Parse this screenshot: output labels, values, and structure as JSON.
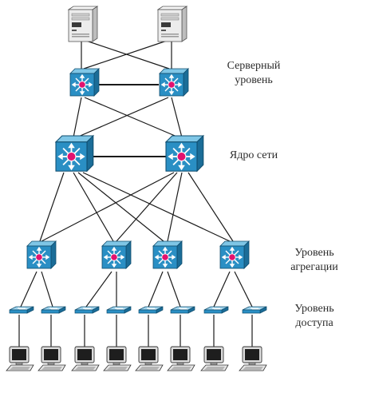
{
  "labels": {
    "server_level": [
      "Серверный",
      "уровень"
    ],
    "core": [
      "Ядро сети"
    ],
    "aggregation": [
      "Уровень",
      "агрегации"
    ],
    "access": [
      "Уровень",
      "доступа"
    ]
  },
  "icons": {
    "server": "server-icon",
    "switch": "multilayer-switch-icon",
    "access_switch": "access-switch-icon",
    "workstation": "workstation-icon"
  },
  "colors": {
    "switch_face": "#2a8fc4",
    "switch_top": "#7fc6e6",
    "switch_side": "#1b6d98",
    "switch_hub": "#e2126f",
    "server_body": "#ececec",
    "line": "#1a1a1a"
  },
  "counts": {
    "servers": 2,
    "server_switches": 2,
    "core_switches": 2,
    "aggregation_switches": 4,
    "access_switches": 8,
    "workstations": 8
  }
}
